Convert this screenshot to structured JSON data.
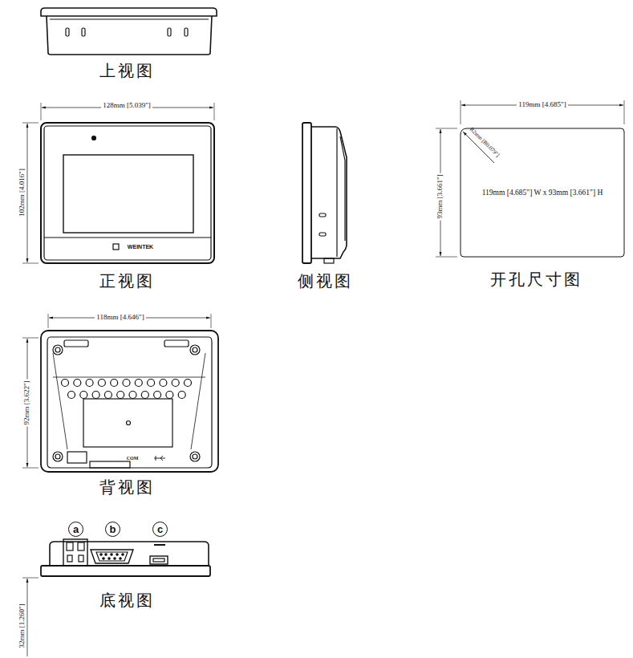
{
  "diagram": {
    "nodes": [
      {
        "text": [
          "119mm [4.685\"] W x 93mm [3.661\"] H"
        ]
      },
      {
        "text": [
          "a"
        ]
      },
      {
        "text": [
          "b"
        ]
      },
      {
        "text": [
          "c"
        ]
      }
    ],
    "labels": [
      "上视图",
      "128mm [5.039\"]",
      "102mm [4.016\"]",
      "WEINTEK",
      "正视图",
      "侧视图",
      "119mm [4.685\"]",
      "R2mm [R0.079\"]",
      "93mm [3.661\"]",
      "开孔尺寸图",
      "118mm [4.646\"]",
      "92mm [3.622\"]",
      "COM",
      "背视图",
      "底视图",
      "32mm [1.260\"]"
    ]
  }
}
